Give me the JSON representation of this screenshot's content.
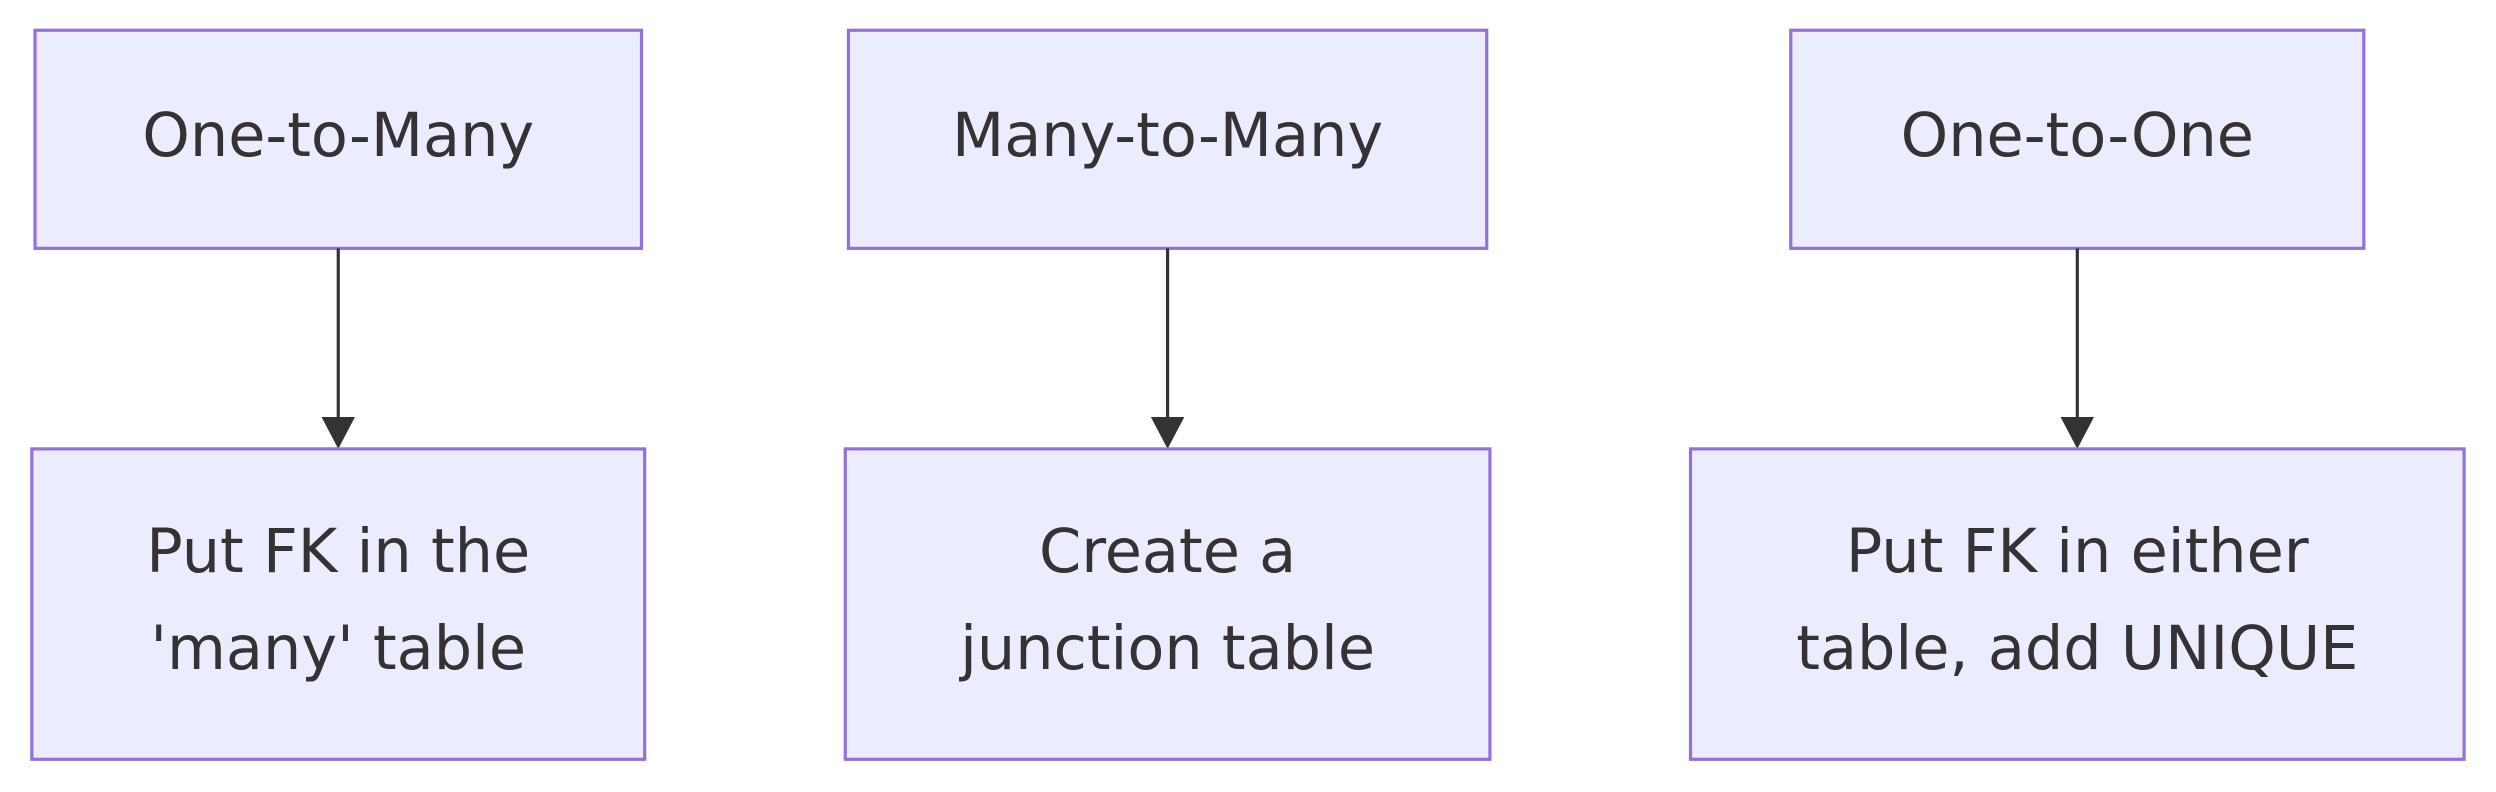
{
  "diagram": {
    "type": "flowchart",
    "direction": "top-to-bottom",
    "colors": {
      "node_fill": "#ececff",
      "node_stroke": "#9370db",
      "text": "#333333",
      "edge": "#333333"
    },
    "relationships": [
      {
        "label": "One-to-Many",
        "rule_lines": [
          "Put FK in the",
          "'many' table"
        ]
      },
      {
        "label": "Many-to-Many",
        "rule_lines": [
          "Create a",
          "junction table"
        ]
      },
      {
        "label": "One-to-One",
        "rule_lines": [
          "Put FK in either",
          "table, add UNIQUE"
        ]
      }
    ],
    "edges": [
      {
        "from": "One-to-Many",
        "to": "Put FK in the 'many' table"
      },
      {
        "from": "Many-to-Many",
        "to": "Create a junction table"
      },
      {
        "from": "One-to-One",
        "to": "Put FK in either table, add UNIQUE"
      }
    ]
  }
}
